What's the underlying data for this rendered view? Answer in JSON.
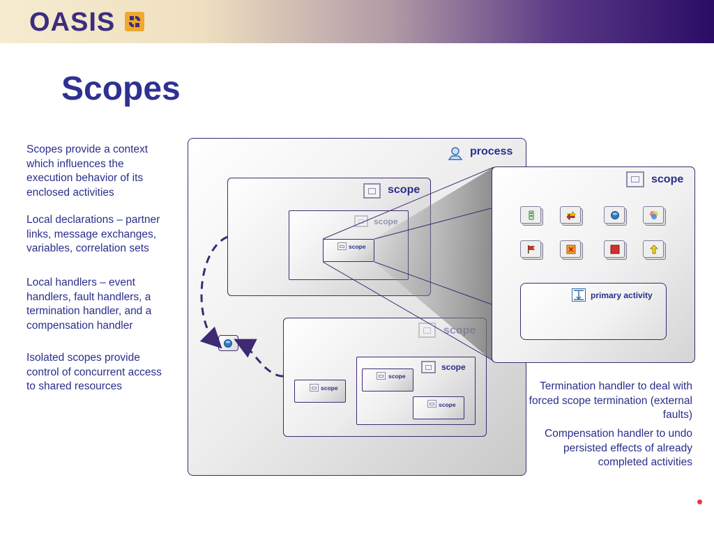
{
  "header": {
    "logo": "OASIS"
  },
  "slide": {
    "title": "Scopes"
  },
  "left_notes": [
    "Scopes provide a context which influences the execution behavior of its enclosed activities",
    "Local declarations – partner links, message exchanges, variables, correlation sets",
    "Local handlers – event handlers, fault handlers, a termination handler, and a compensation handler",
    "Isolated scopes provide control of concurrent access to shared resources"
  ],
  "right_notes": [
    "Termination handler to deal with forced scope termination (external faults)",
    "Compensation handler to undo persisted effects of already completed activities"
  ],
  "diagram": {
    "process_label": "process",
    "scope_label": "scope",
    "zoom_scope_label": "scope",
    "primary_activity_label": "primary activity"
  },
  "colors": {
    "title": "#2e3192",
    "text": "#2a2e8a",
    "border": "#3e2a72",
    "accent_dot": "#e53b3b"
  }
}
